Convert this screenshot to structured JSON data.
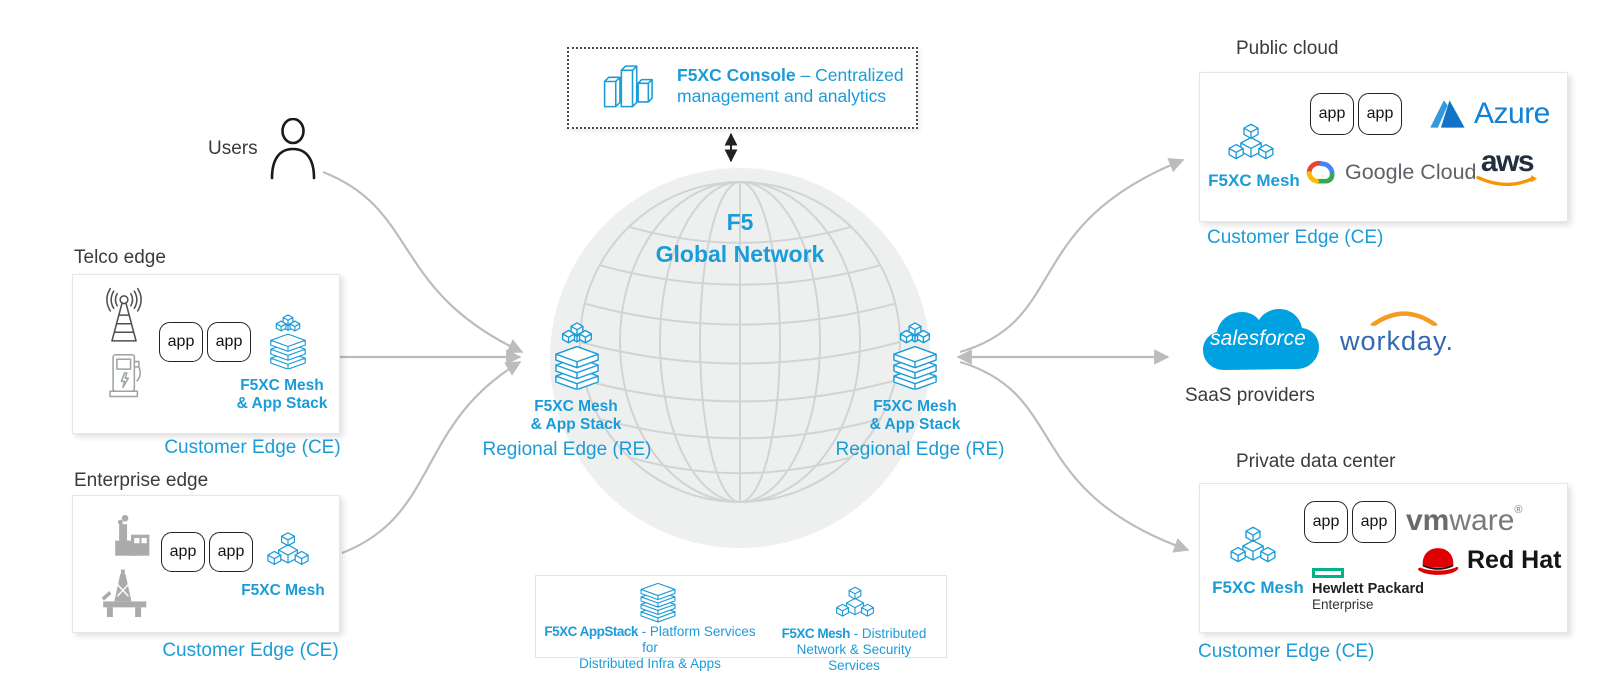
{
  "colors": {
    "accent_blue": "#1b9cd8",
    "arrow_gray": "#bcbcbc",
    "heading_dark": "#3b3b3b",
    "globe_fill": "#eef0ef",
    "globe_wire": "#d2d4d3",
    "azure_blue": "#1081d7",
    "google_gray": "#5f6368",
    "aws_orange": "#f79400",
    "salesforce_blue": "#00a1e0",
    "workday_blue": "#3069b2",
    "workday_orange": "#f69b1f",
    "vmware_gray": "#6a6a6c",
    "redhat_red": "#e00000",
    "hpe_teal": "#00b388"
  },
  "console": {
    "title_bold": "F5XC Console",
    "title_rest": " – Centralized",
    "title_line2": "management and analytics"
  },
  "globe": {
    "title_line1": "F5",
    "title_line2": "Global Network"
  },
  "regional_edge_left": {
    "mesh_line1": "F5XC Mesh",
    "mesh_line2": "& App Stack",
    "label": "Regional Edge (RE)"
  },
  "regional_edge_right": {
    "mesh_line1": "F5XC Mesh",
    "mesh_line2": "& App Stack",
    "label": "Regional Edge (RE)"
  },
  "users": {
    "label": "Users"
  },
  "telco": {
    "heading": "Telco edge",
    "apps": [
      "app",
      "app"
    ],
    "mesh_line1": "F5XC Mesh",
    "mesh_line2": "& App Stack",
    "ce_label": "Customer Edge (CE)"
  },
  "enterprise": {
    "heading": "Enterprise edge",
    "apps": [
      "app",
      "app"
    ],
    "mesh_label": "F5XC Mesh",
    "ce_label": "Customer Edge (CE)"
  },
  "public_cloud": {
    "heading": "Public cloud",
    "mesh_label": "F5XC Mesh",
    "apps": [
      "app",
      "app"
    ],
    "azure_label": "Azure",
    "google_label": "Google Cloud",
    "aws_label": "aws",
    "ce_label": "Customer Edge (CE)"
  },
  "saas": {
    "heading": "SaaS providers",
    "salesforce_label": "salesforce",
    "workday_label": "workday."
  },
  "private_dc": {
    "heading": "Private data center",
    "mesh_label": "F5XC Mesh",
    "apps": [
      "app",
      "app"
    ],
    "vmware_bold": "vm",
    "vmware_rest": "ware",
    "vmware_reg": "®",
    "hpe_line1": "Hewlett Packard",
    "hpe_line2": "Enterprise",
    "redhat_label": "Red Hat",
    "ce_label": "Customer Edge (CE)"
  },
  "legend": {
    "appstack_bold": "F5XC AppStack",
    "appstack_rest": " - Platform Services for",
    "appstack_line2": "Distributed Infra & Apps",
    "mesh_bold": "F5XC Mesh",
    "mesh_rest": " - Distributed",
    "mesh_line2": "Network & Security Services"
  },
  "icons": {
    "console": "bar-chart-3d-icon",
    "users": "person-icon",
    "telco": [
      "cell-tower-icon",
      "ev-charger-icon"
    ],
    "enterprise": [
      "factory-icon",
      "oil-rig-icon"
    ],
    "mesh": "mesh-cubes-icon",
    "mesh_appstack": "mesh-appstack-icon",
    "appstack": "appstack-layers-icon"
  }
}
